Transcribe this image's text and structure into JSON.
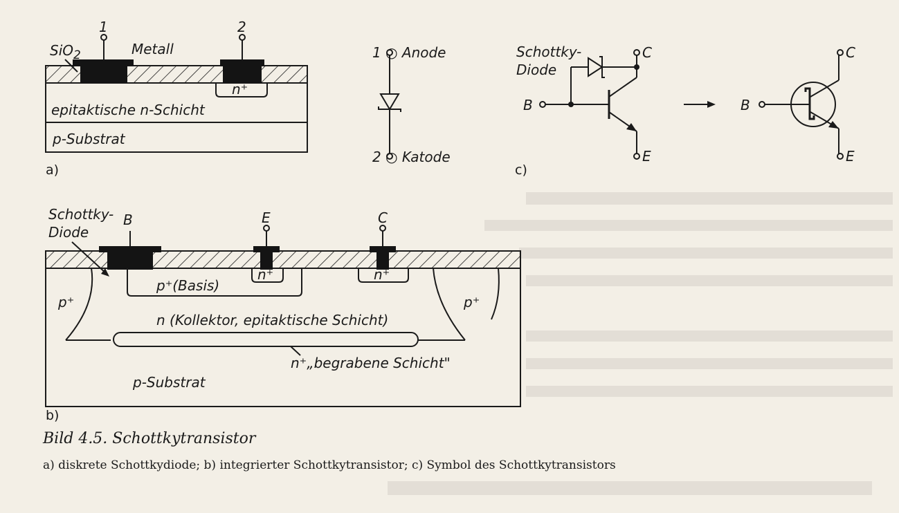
{
  "caption": {
    "title": "Bild 4.5. Schottkytransistor",
    "text": "a) diskrete Schottkydiode; b) integrierter Schottkytransistor; c) Symbol des Schottkytransistors"
  },
  "fig_a": {
    "sublabel": "a)",
    "terminal_1": "1",
    "terminal_2": "2",
    "sio2": "SiO",
    "sio2_sub": "2",
    "metall": "Metall",
    "n_plus": "n⁺",
    "epi": "epitaktische n-Schicht",
    "substrate": "p-Substrat"
  },
  "diode_symbol": {
    "anode": "1 ○ Anode",
    "katode": "2 ○ Katode"
  },
  "fig_c": {
    "sublabel": "c)",
    "schottky_1": "Schottky-",
    "schottky_2": "Diode",
    "b": "B",
    "c": "C",
    "e": "E",
    "b2": "B",
    "c2": "C",
    "e2": "E"
  },
  "fig_b": {
    "sublabel": "b)",
    "schottky_1": "Schottky-",
    "schottky_2": "Diode",
    "b": "B",
    "e": "E",
    "c": "C",
    "n_plus_e": "n⁺",
    "n_plus_c": "n⁺",
    "basis": "p⁺(Basis)",
    "p_plus_left": "p⁺",
    "p_plus_right": "p⁺",
    "kollektor": "n (Kollektor, epitaktische Schicht)",
    "buried": "n⁺„begrabene Schicht\"",
    "substrate": "p-Substrat"
  },
  "colors": {
    "paper": "#f3efe6",
    "ink": "#1a1a1a"
  }
}
